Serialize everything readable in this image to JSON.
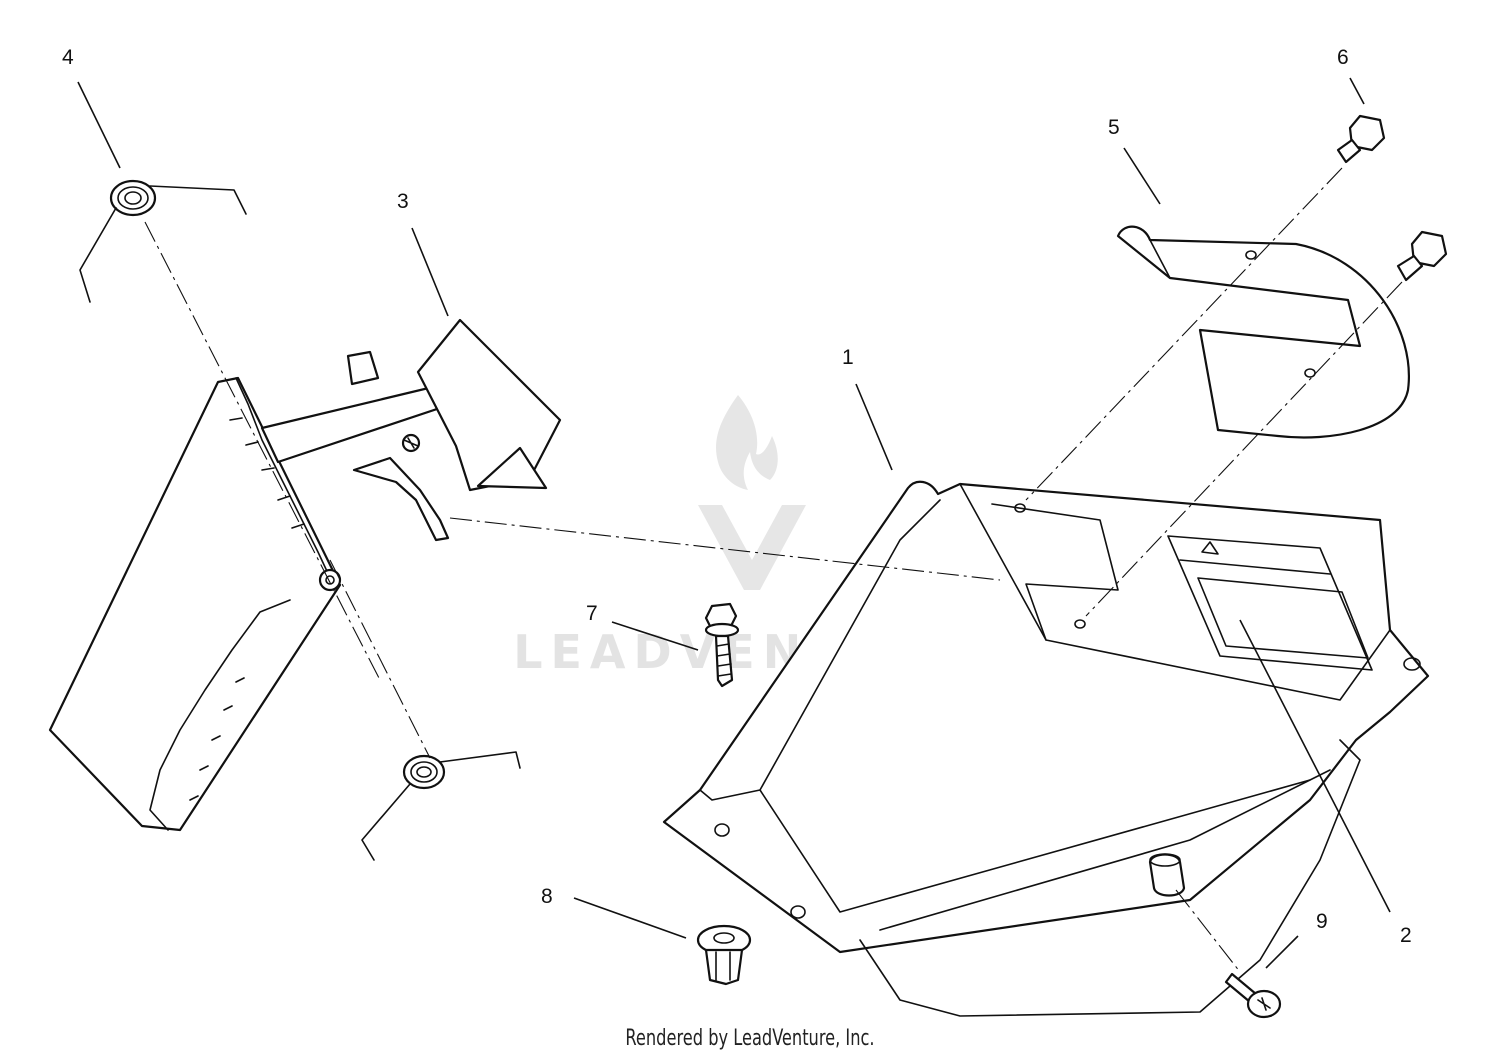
{
  "watermark": {
    "text": "LEADVENTURE"
  },
  "callouts": [
    {
      "number": "1",
      "part": "chute-body"
    },
    {
      "number": "2",
      "part": "warning-decal"
    },
    {
      "number": "3",
      "part": "hinge-bracket"
    },
    {
      "number": "4",
      "part": "torsion-spring"
    },
    {
      "number": "5",
      "part": "mounting-bracket"
    },
    {
      "number": "6",
      "part": "hex-bolt"
    },
    {
      "number": "7",
      "part": "flange-screw"
    },
    {
      "number": "8",
      "part": "push-rivet"
    },
    {
      "number": "9",
      "part": "pan-head-screw"
    }
  ],
  "footer": {
    "text": "Rendered by LeadVenture, Inc."
  }
}
